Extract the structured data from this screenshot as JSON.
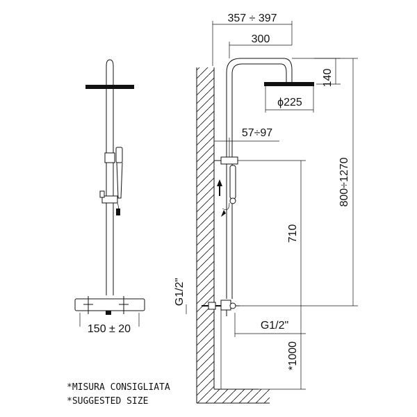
{
  "dimensions": {
    "width_range": "357 ÷ 397",
    "arm_length": "300",
    "head_height": "140",
    "head_diameter": "ϕ225",
    "wall_offset": "57÷97",
    "total_height": "800÷1270",
    "slide_height": "710",
    "inlet_left": "G1/2\"",
    "inlet_bottom": "G1/2\"",
    "floor_height": "*1000",
    "mixer_spacing": "150 ± 20"
  },
  "notes": {
    "line1": "*MISURA CONSIGLIATA",
    "line2": "*SUGGESTED SIZE"
  }
}
